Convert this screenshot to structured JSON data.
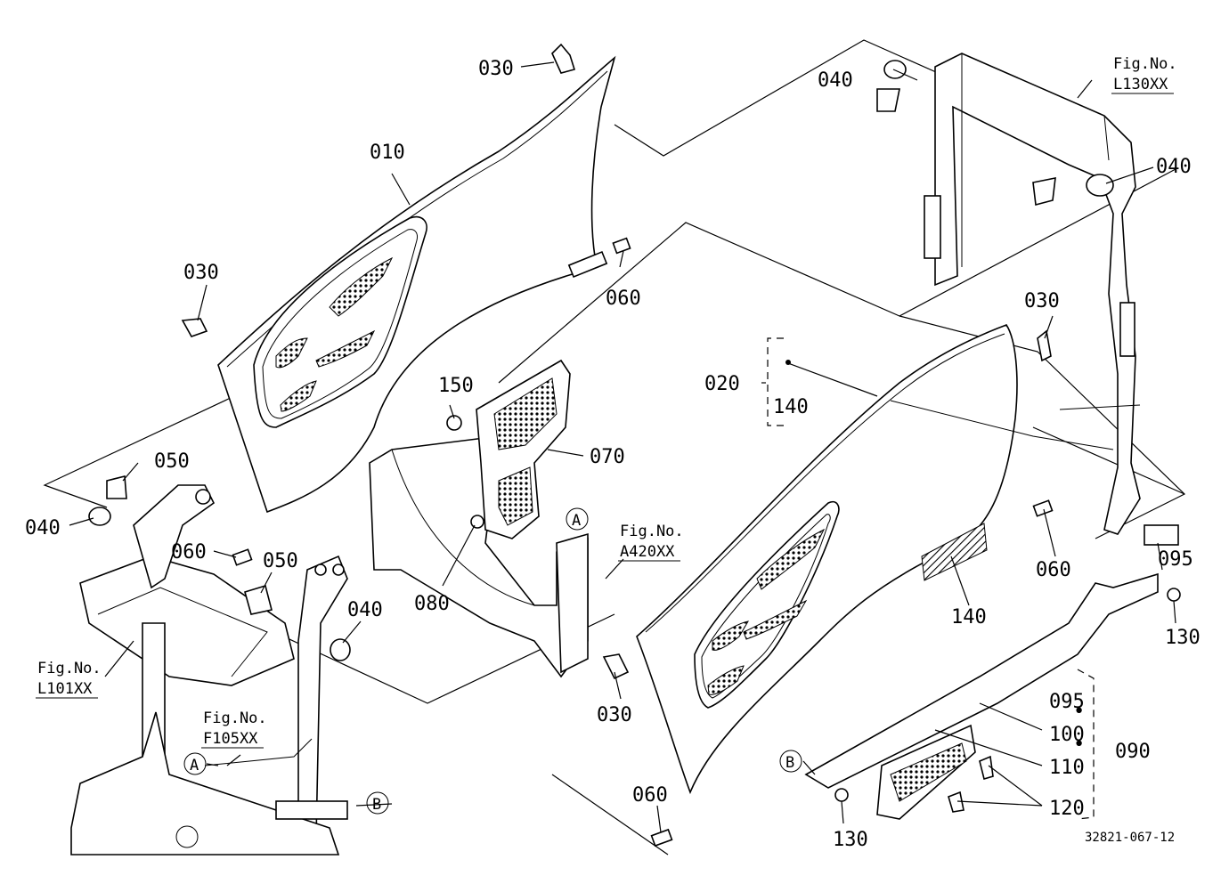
{
  "callouts": {
    "c010": "010",
    "c020": "020",
    "c030a": "030",
    "c030b": "030",
    "c030c": "030",
    "c030d": "030",
    "c040a": "040",
    "c040b": "040",
    "c040c": "040",
    "c040d": "040",
    "c050a": "050",
    "c050b": "050",
    "c060a": "060",
    "c060b": "060",
    "c060c": "060",
    "c060d": "060",
    "c070": "070",
    "c080": "080",
    "c090": "090",
    "c095a": "095",
    "c095b": "095",
    "c100": "100",
    "c110": "110",
    "c120": "120",
    "c130a": "130",
    "c130b": "130",
    "c140a": "140",
    "c140b": "140",
    "c150": "150"
  },
  "markers": {
    "a1": "A",
    "a2": "A",
    "b1": "B",
    "b2": "B"
  },
  "figrefs": {
    "l130_label": "Fig.No.",
    "l130_num": "L130XX",
    "a420_label": "Fig.No.",
    "a420_num": "A420XX",
    "l101_label": "Fig.No.",
    "l101_num": "L101XX",
    "f105_label": "Fig.No.",
    "f105_num": "F105XX"
  },
  "bullets": {
    "b1": "•",
    "b2": "•"
  },
  "drawing_number": "32821-067-12"
}
